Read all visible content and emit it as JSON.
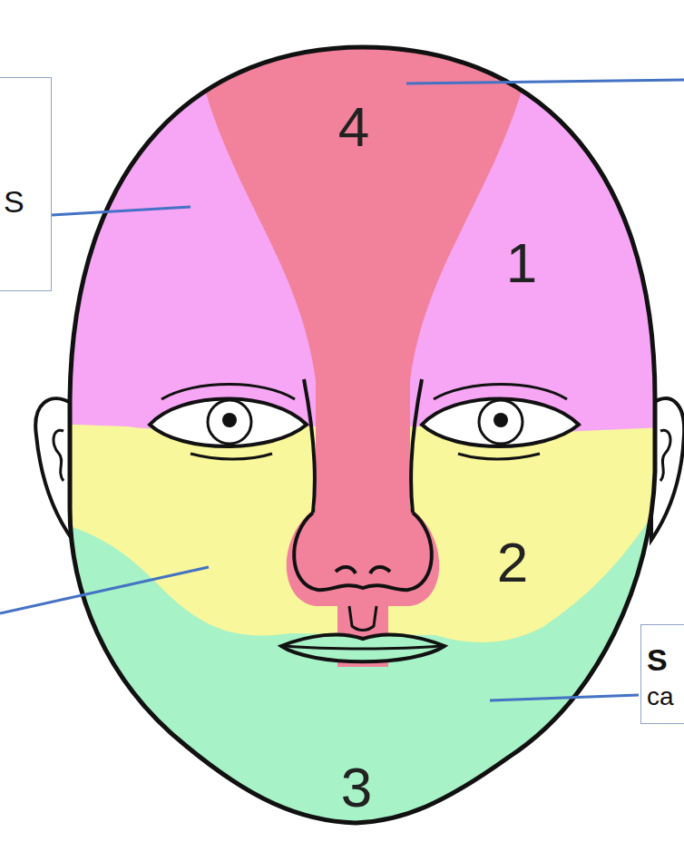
{
  "diagram": {
    "nodes": [
      {
        "text": [
          "S"
        ]
      },
      {
        "text": [
          "S",
          "ca"
        ]
      }
    ],
    "labels": [
      "4",
      "1",
      "2",
      "3"
    ]
  }
}
